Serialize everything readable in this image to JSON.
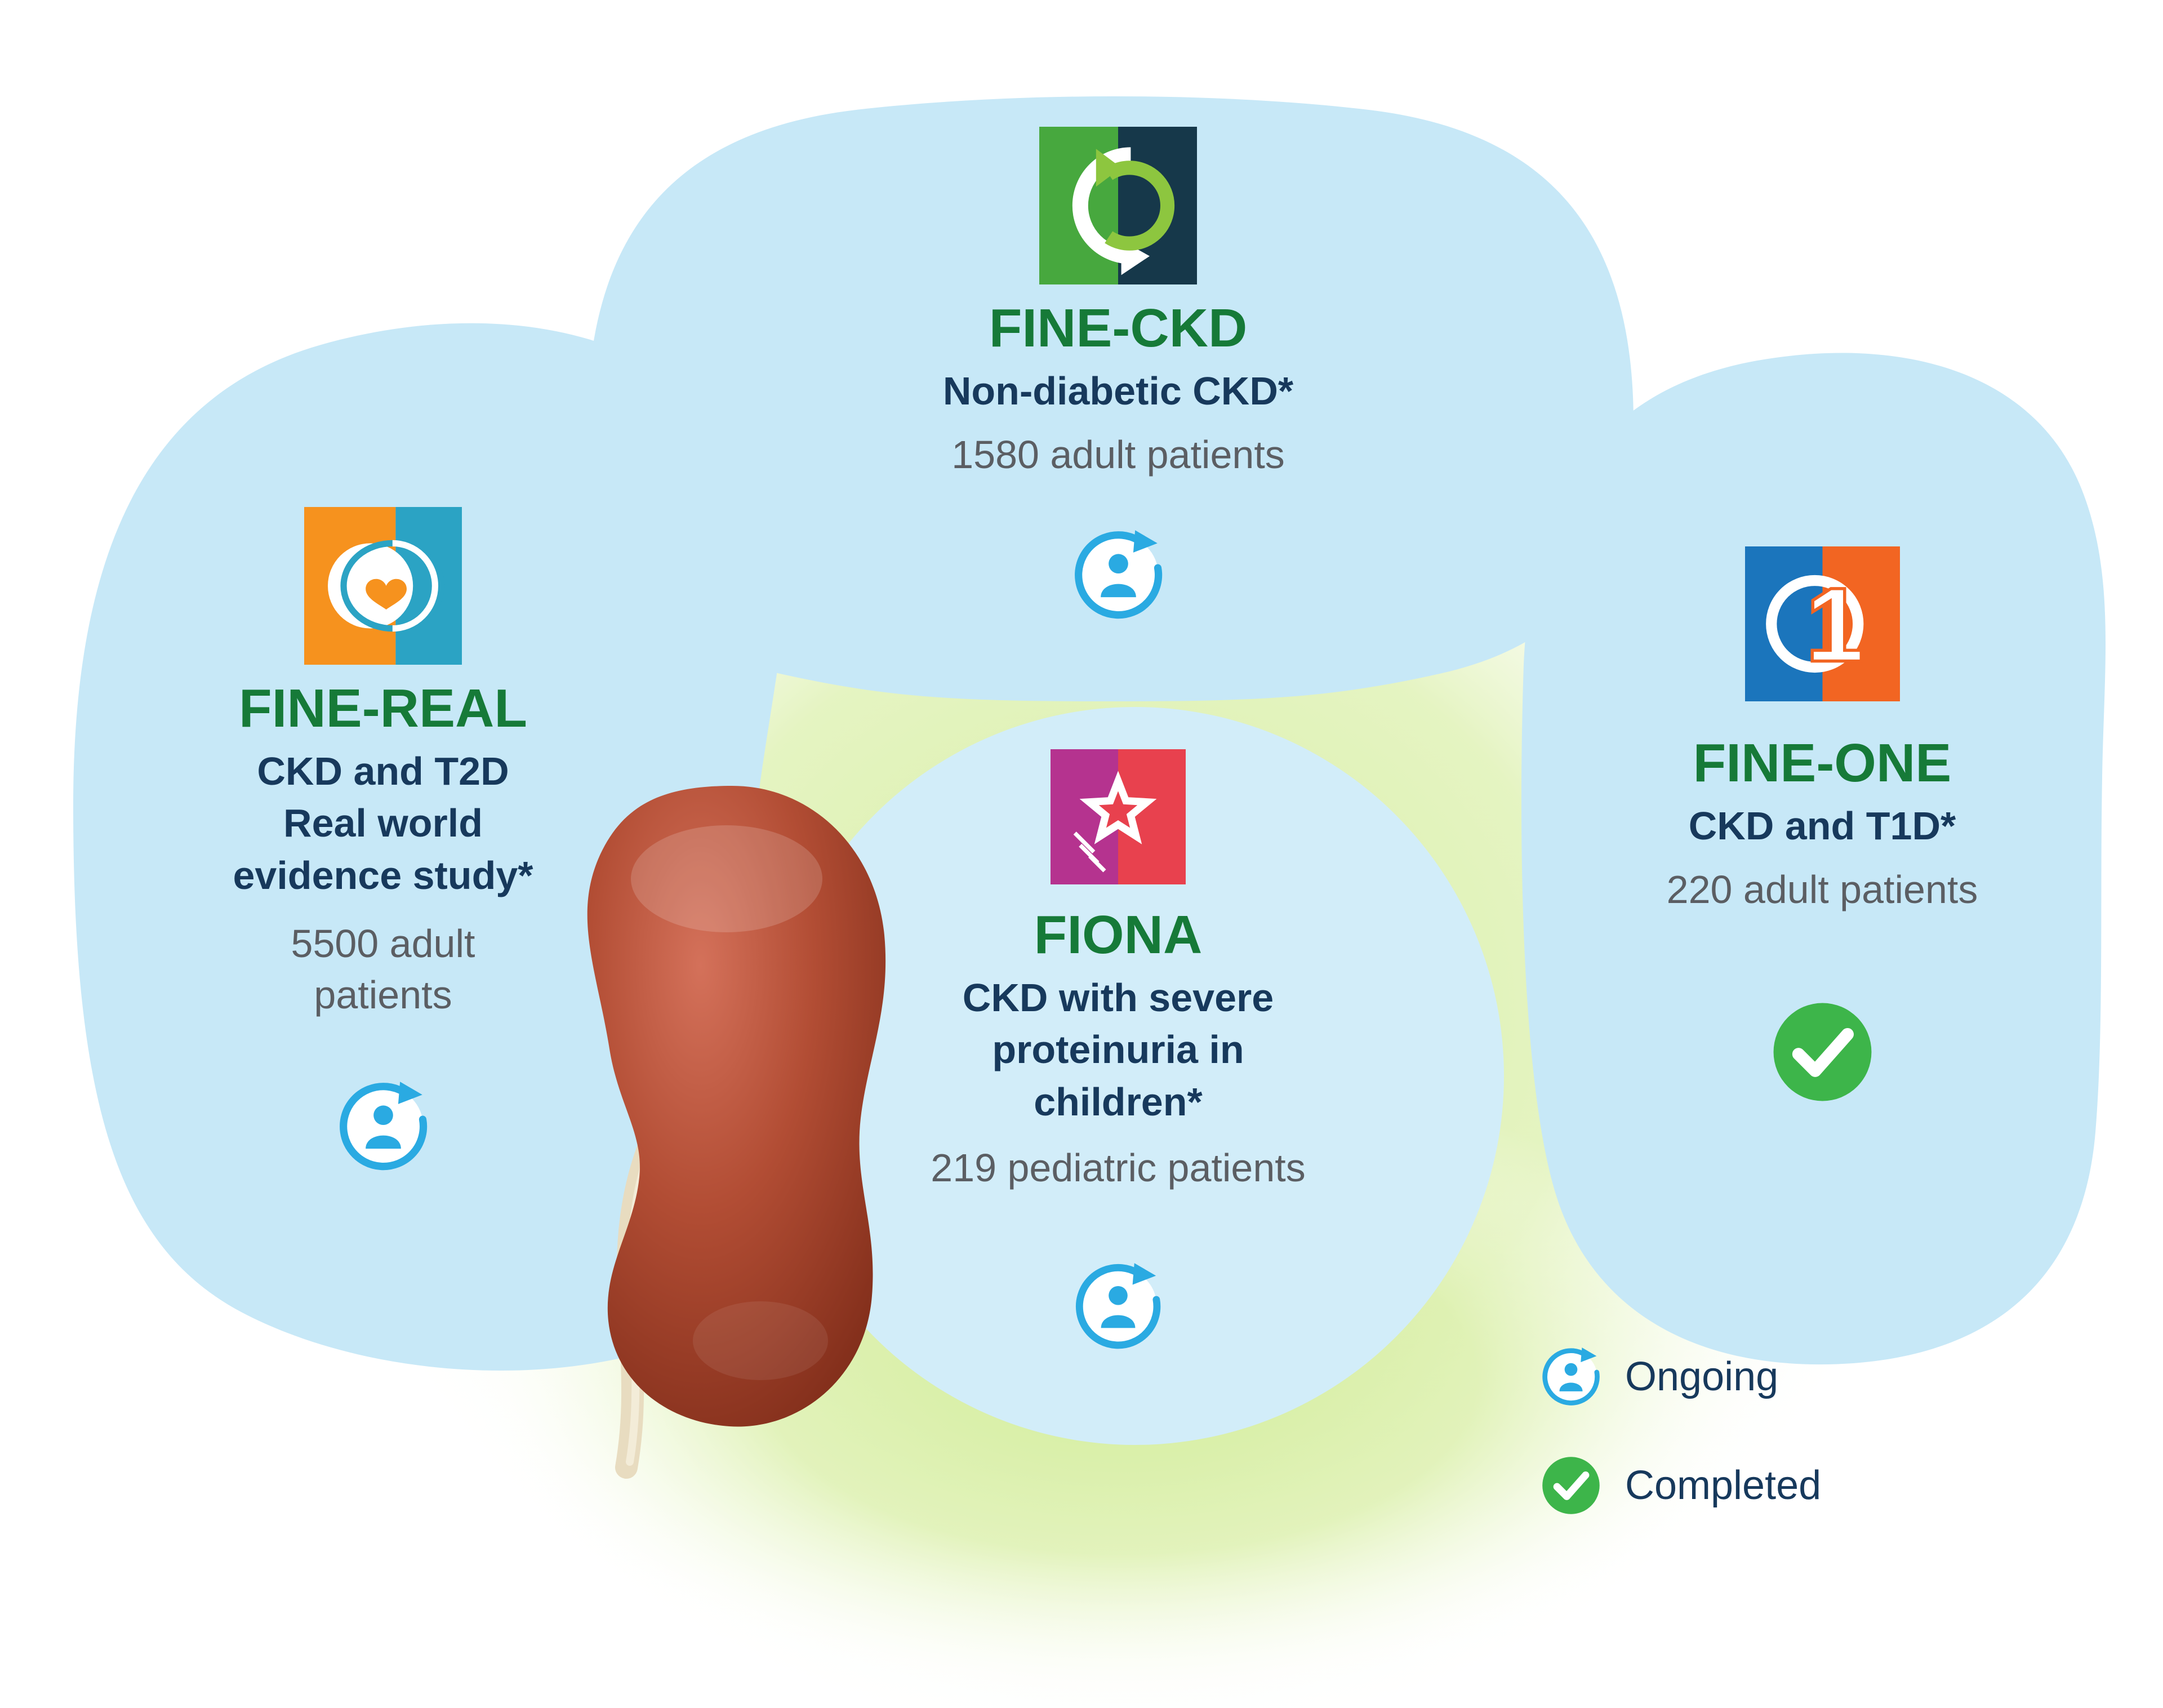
{
  "studies": {
    "fine_ckd": {
      "name": "FINE-CKD",
      "description": "Non-diabetic CKD*",
      "patients": "1580 adult patients",
      "status": "ongoing"
    },
    "fine_real": {
      "name": "FINE-REAL",
      "description_lines": [
        "CKD and T2D",
        "Real world",
        "evidence study*"
      ],
      "patients_lines": [
        "5500 adult",
        "patients"
      ],
      "status": "ongoing"
    },
    "fine_one": {
      "name": "FINE-ONE",
      "description": "CKD and T1D*",
      "patients": "220 adult patients",
      "status": "completed"
    },
    "fiona": {
      "name": "FIONA",
      "description_lines": [
        "CKD with severe",
        "proteinuria in",
        "children*"
      ],
      "patients": "219 pediatric patients",
      "status": "ongoing"
    }
  },
  "legend": {
    "ongoing_label": "Ongoing",
    "completed_label": "Completed"
  },
  "icons": {
    "ongoing": "ongoing-person-cycle-icon",
    "completed": "completed-check-icon",
    "fine_ckd_logo": "fine-ckd-logo",
    "fine_real_logo": "fine-real-logo",
    "fine_one_logo": "fine-one-logo",
    "fiona_logo": "fiona-star-logo",
    "kidney": "kidney-illustration"
  },
  "colors": {
    "petal_blue": "#c7e8f7",
    "circle_blue": "#d2edf9",
    "glow_green": "#d4ee9f",
    "title_green": "#167a38",
    "text_navy": "#17395c",
    "text_gray": "#5b5e63",
    "ongoing_blue": "#2aaae2",
    "completed_green": "#3db54a"
  }
}
